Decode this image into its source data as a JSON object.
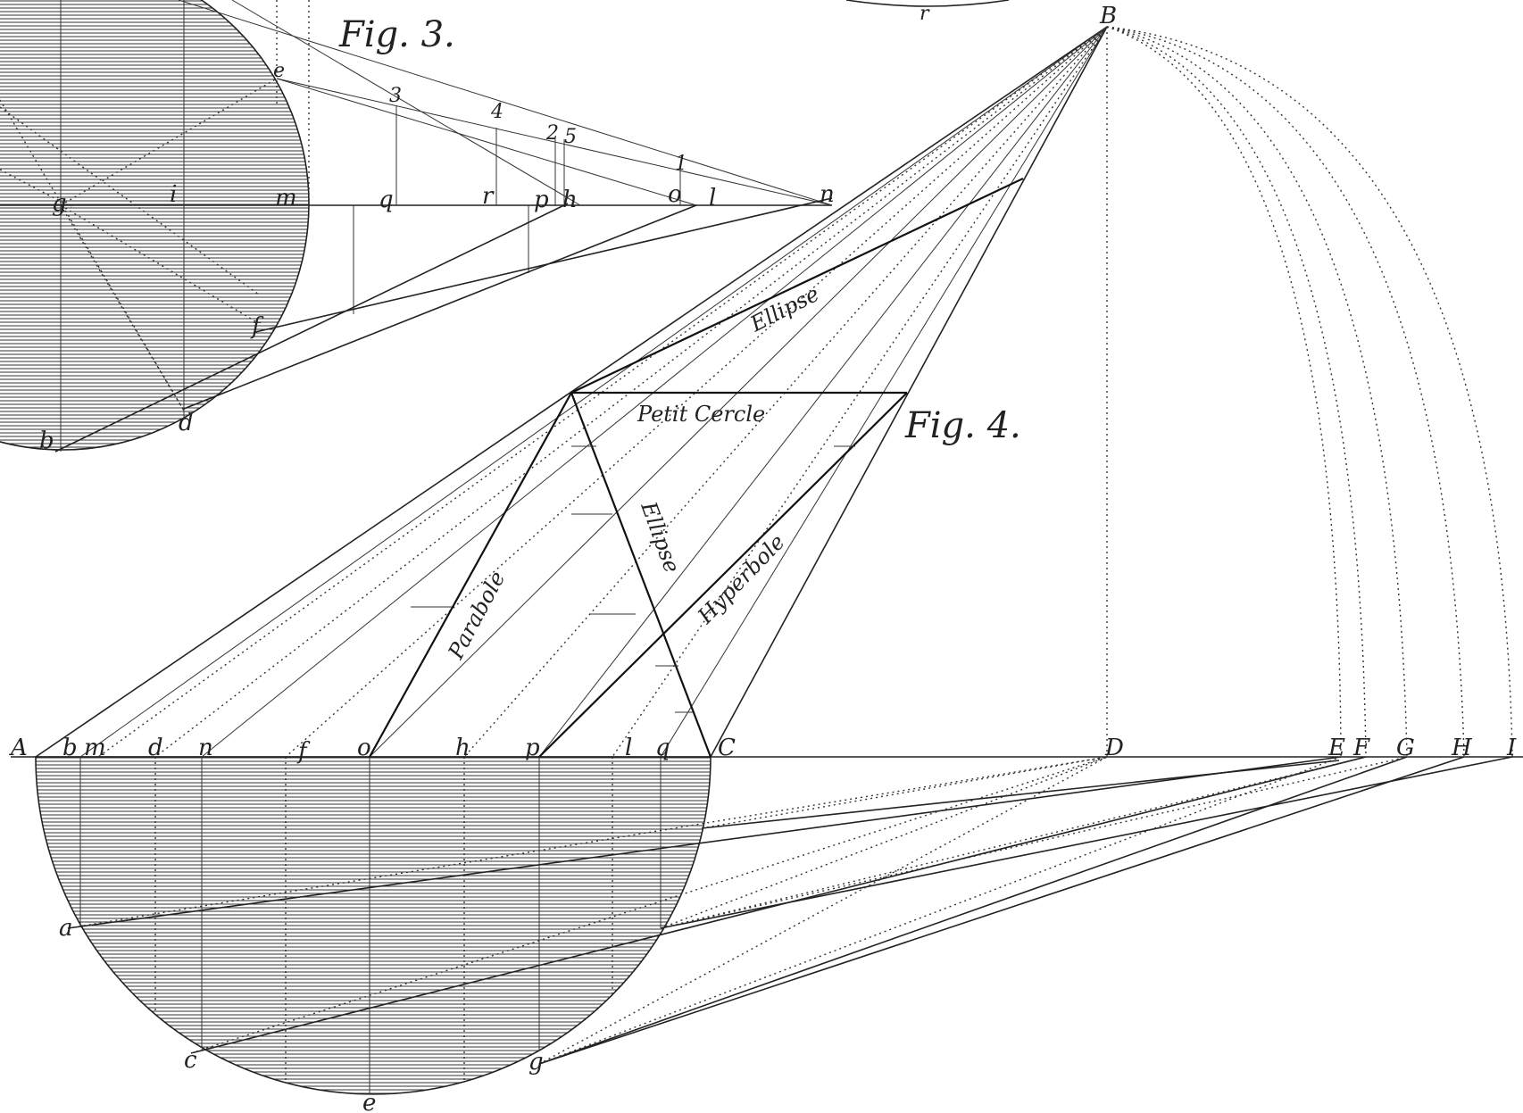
{
  "figures": {
    "fig3": "Fig. 3.",
    "fig4": "Fig. 4."
  },
  "curves": {
    "ellipse_upper": "Ellipse",
    "petit_cercle": "Petit Cercle",
    "parabole": "Parabole",
    "ellipse_diag": "Ellipse",
    "hyperbole": "Hyperbole"
  },
  "fig3_labels": {
    "e": "e",
    "three": "3",
    "four": "4",
    "two": "2",
    "five": "5",
    "one": "1",
    "g": "g",
    "i": "i",
    "m": "m",
    "q": "q",
    "r": "r",
    "p": "p",
    "h": "h",
    "o": "o",
    "l": "l",
    "n": "n",
    "f": "f",
    "d": "d",
    "b": "b",
    "top_r": "r"
  },
  "fig4_labels": {
    "B": "B",
    "A": "A",
    "b": "b",
    "m": "m",
    "d": "d",
    "n": "n",
    "f": "f",
    "o": "o",
    "h": "h",
    "p": "p",
    "l": "l",
    "q": "q",
    "C": "C",
    "D": "D",
    "E": "E",
    "F": "F",
    "G": "G",
    "H": "H",
    "I": "I",
    "a": "a",
    "c": "c",
    "g": "g",
    "e": "e"
  }
}
